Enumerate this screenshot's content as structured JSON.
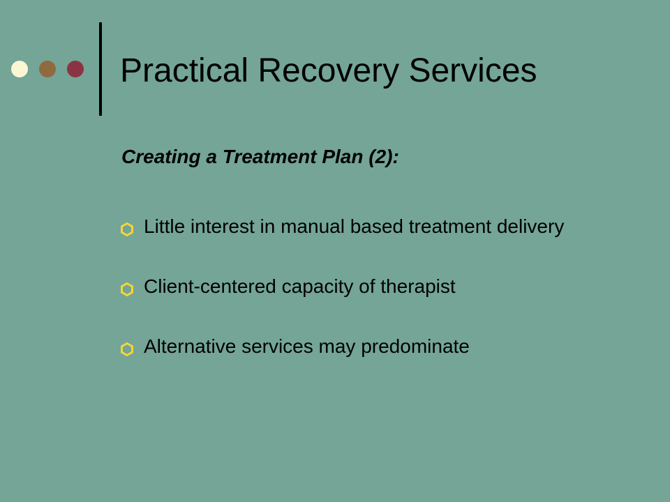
{
  "slide": {
    "title": "Practical Recovery Services",
    "subtitle": "Creating a Treatment Plan (2):",
    "bullets": [
      "Little interest in manual based treatment delivery",
      "Client-centered capacity of therapist",
      "Alternative services may predominate"
    ],
    "colors": {
      "background": "#74a597",
      "dot_1": "#fdf6d3",
      "dot_2": "#8f6a3e",
      "dot_3": "#8a3344",
      "bullet": "#f5d43a"
    },
    "icons": {
      "bullet": "hexagon-ring-icon"
    }
  }
}
